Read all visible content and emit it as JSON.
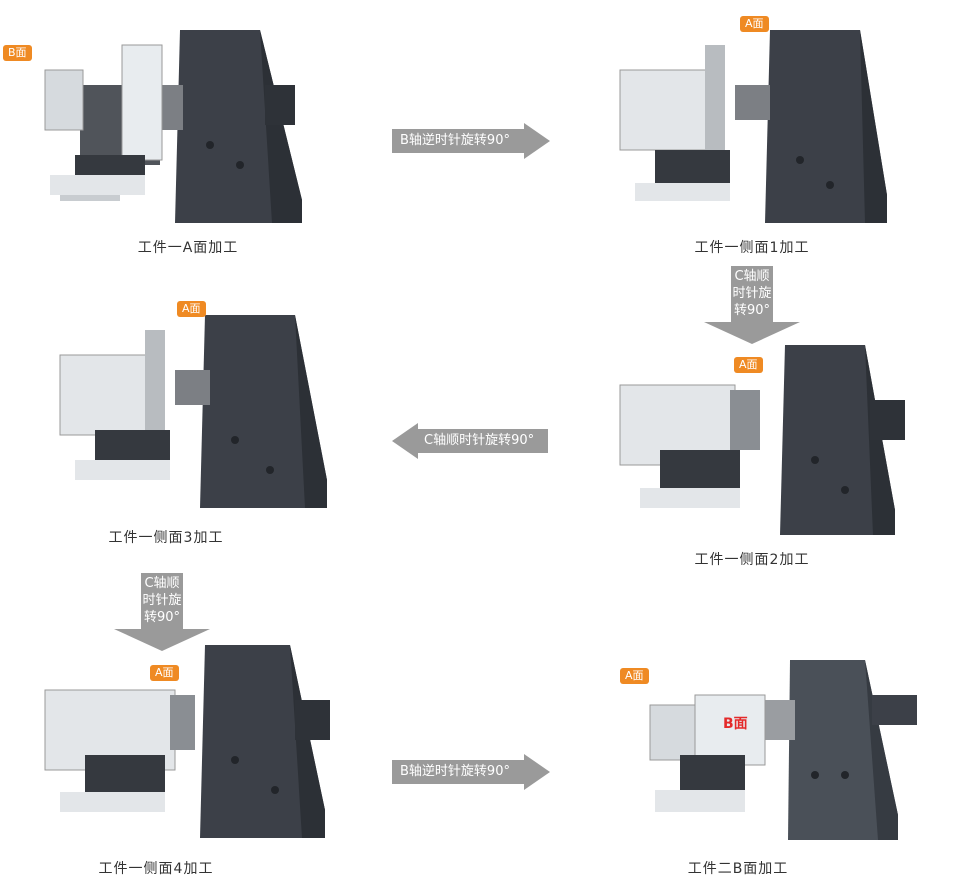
{
  "steps": [
    {
      "caption": "工件一A面加工",
      "tag": "B面"
    },
    {
      "caption": "工件一侧面1加工",
      "tag": "A面"
    },
    {
      "caption": "工件一侧面2加工",
      "tag": "A面"
    },
    {
      "caption": "工件一侧面3加工",
      "tag": "A面"
    },
    {
      "caption": "工件一侧面4加工",
      "tag": "A面"
    },
    {
      "caption": "工件二B面加工",
      "tag": "A面",
      "face_label": "B面"
    }
  ],
  "arrows": {
    "b_ccw_1": "B轴逆时针旋转90°",
    "c_cw_1": "C轴顺时针旋转90°",
    "c_cw_2": "C轴顺时针旋转90°",
    "c_cw_3": "C轴顺时针旋转90°",
    "b_ccw_2": "B轴逆时针旋转90°"
  },
  "colors": {
    "tag": "#ef8a23",
    "arrow": "#9a9a9a",
    "machine_dark": "#3c4048",
    "fixture": "#d9dde1",
    "highlight": "#e42a2a"
  }
}
